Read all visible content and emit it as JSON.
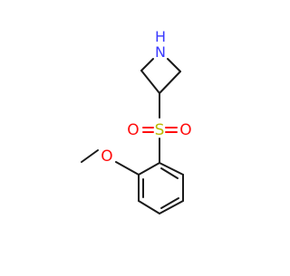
{
  "molecule": {
    "atoms": {
      "nitrogen": {
        "label": "N",
        "color": "#3a3aff"
      },
      "hydrogen": {
        "label": "H",
        "color": "#3a3aff"
      },
      "sulfur": {
        "label": "S",
        "color": "#b9b900"
      },
      "oxygen_left": {
        "label": "O",
        "color": "#ff0d0d"
      },
      "oxygen_right": {
        "label": "O",
        "color": "#ff0d0d"
      },
      "oxygen_ether": {
        "label": "O",
        "color": "#ff0d0d"
      }
    },
    "bond_color": "#1a1a1a"
  }
}
